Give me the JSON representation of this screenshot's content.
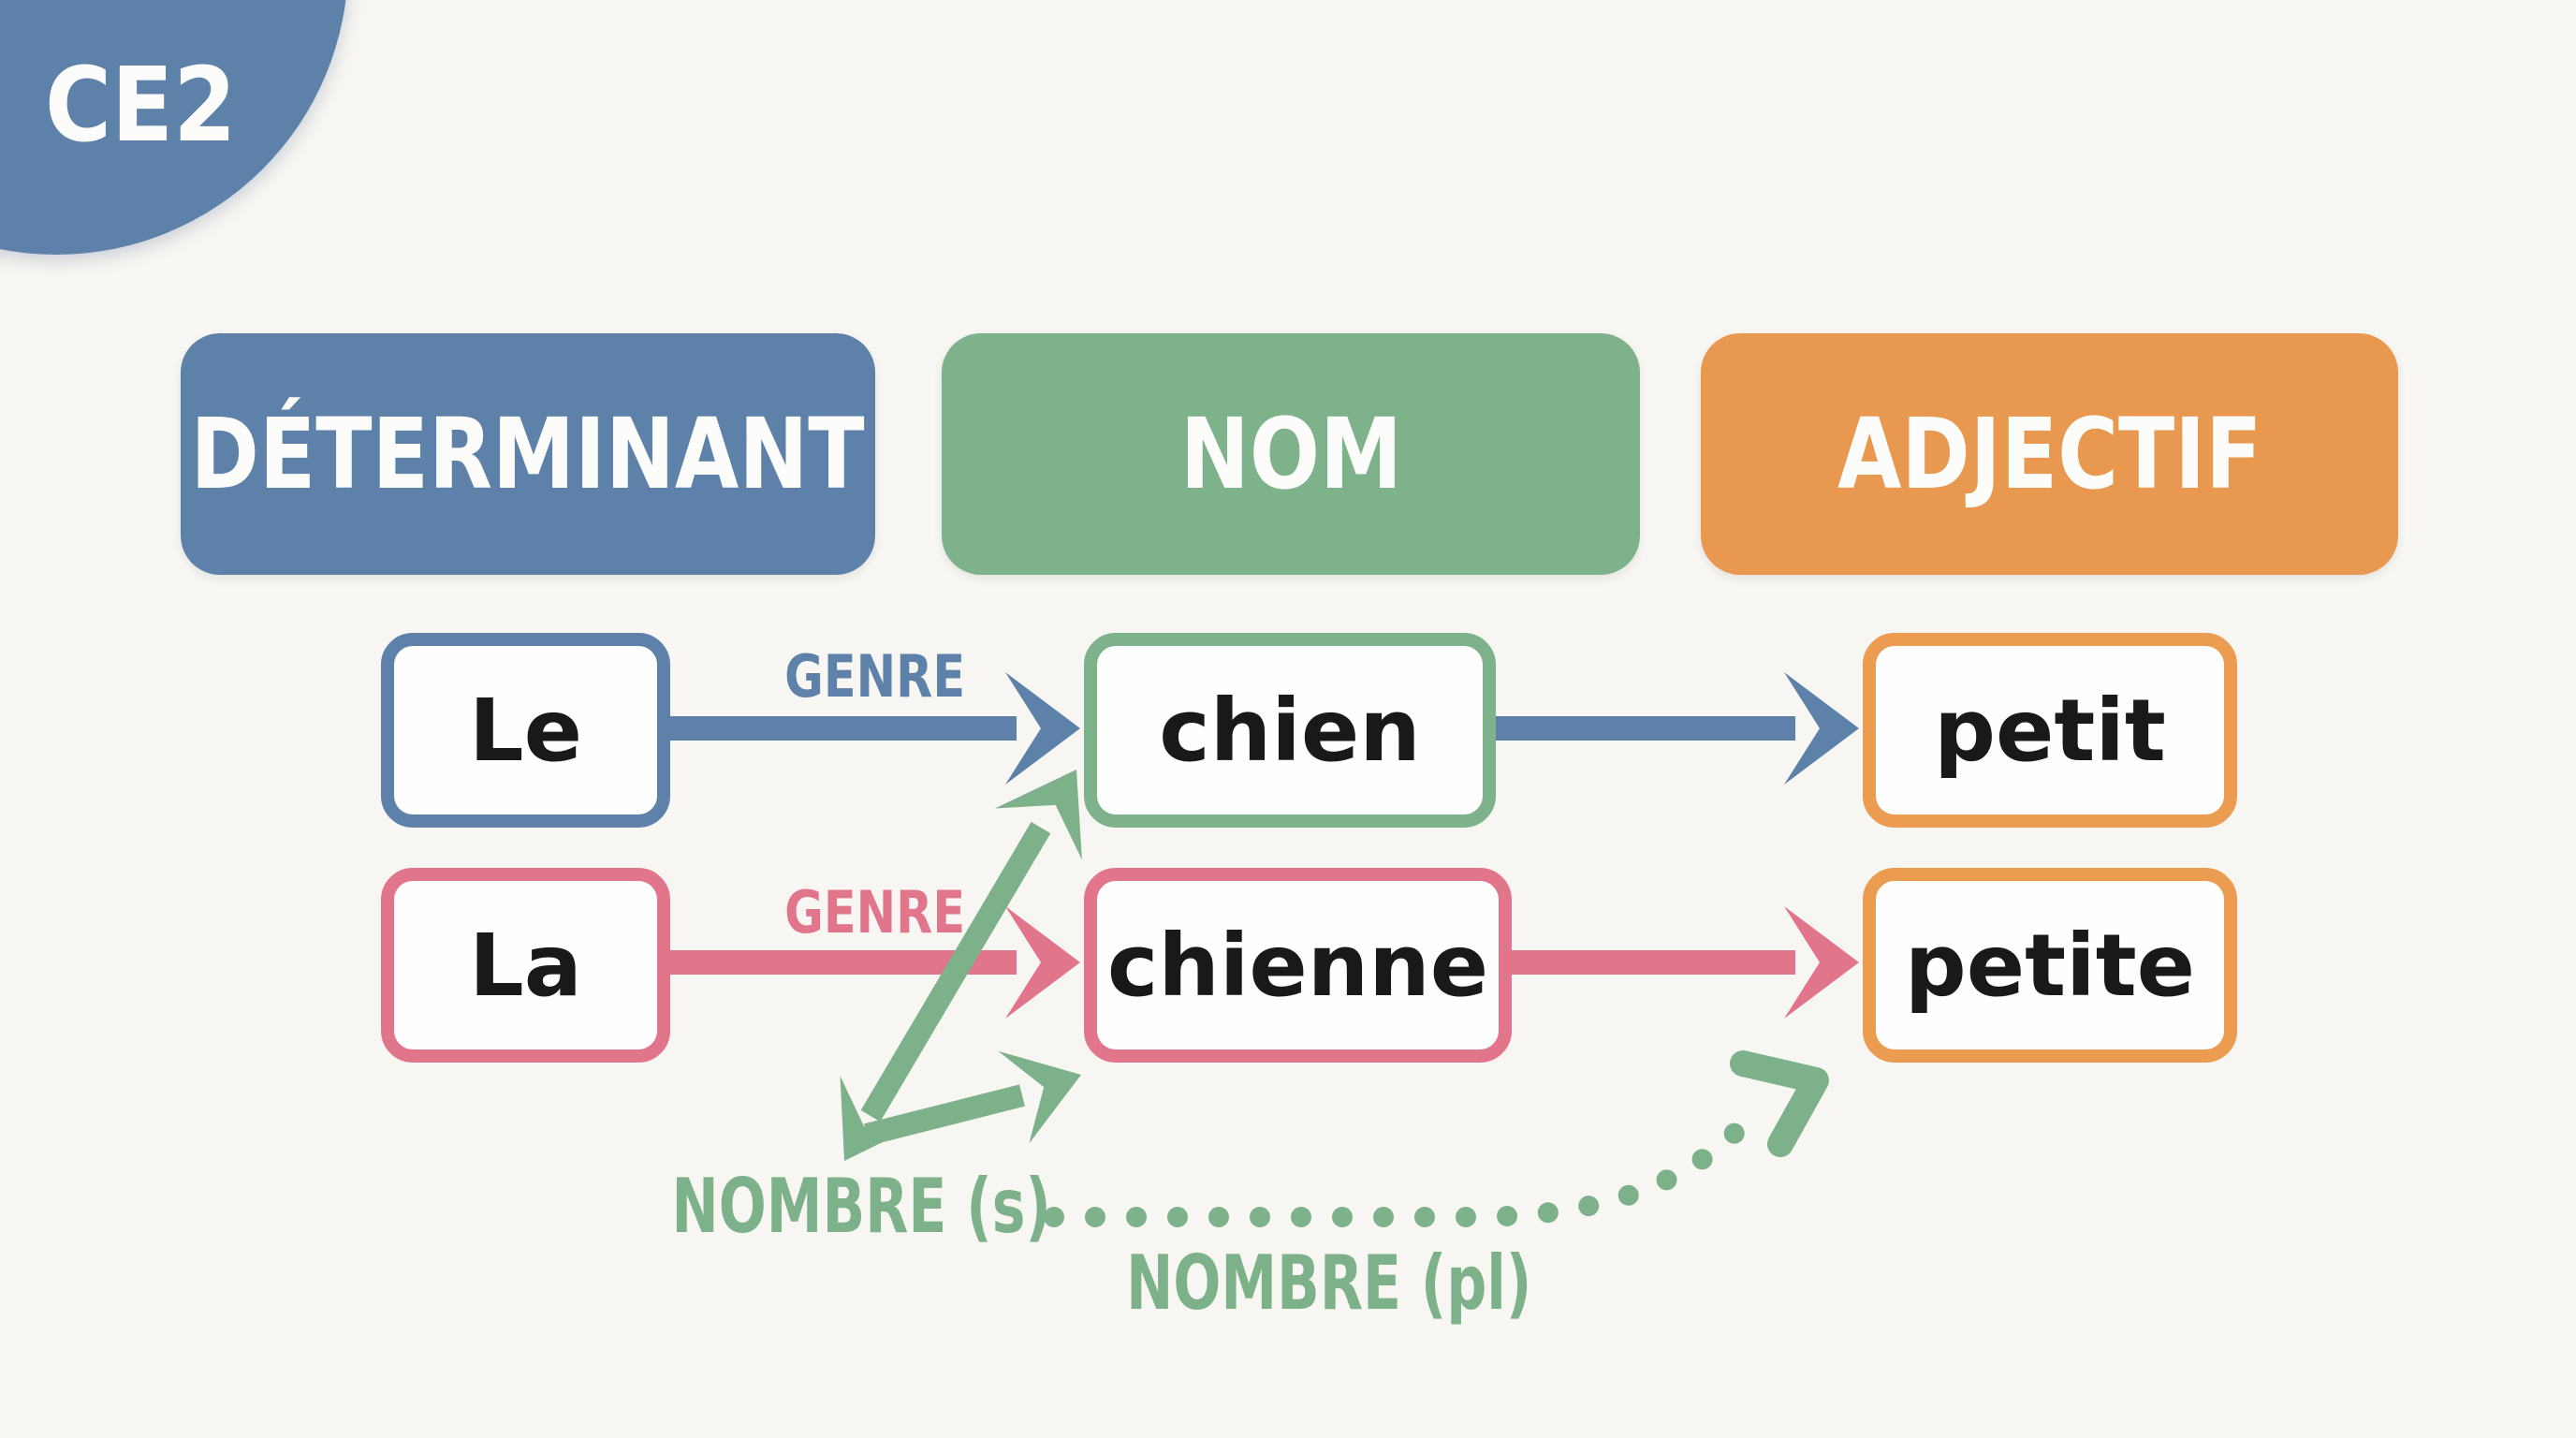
{
  "badge": {
    "label": "CE2"
  },
  "headers": [
    {
      "label": "DÉTERMINANT"
    },
    {
      "label": "NOM"
    },
    {
      "label": "ADJECTIF"
    }
  ],
  "rows": [
    {
      "determinant": "Le",
      "nom": "chien",
      "adjectif": "petit",
      "arrow_label": "GENRE"
    },
    {
      "determinant": "La",
      "nom": "chienne",
      "adjectif": "petite",
      "arrow_label": "GENRE"
    }
  ],
  "annotations": {
    "nombre_singulier": "NOMBRE (s)",
    "nombre_pluriel": "NOMBRE (pl)"
  },
  "colors": {
    "blue": "#5d81a9",
    "green": "#7cb189",
    "pink": "#e1758b",
    "orange": "#e8994f",
    "background": "#f8f6f2",
    "box_fill": "#fefefe",
    "word_text": "#191919",
    "header_text": "#fcfcfa"
  }
}
